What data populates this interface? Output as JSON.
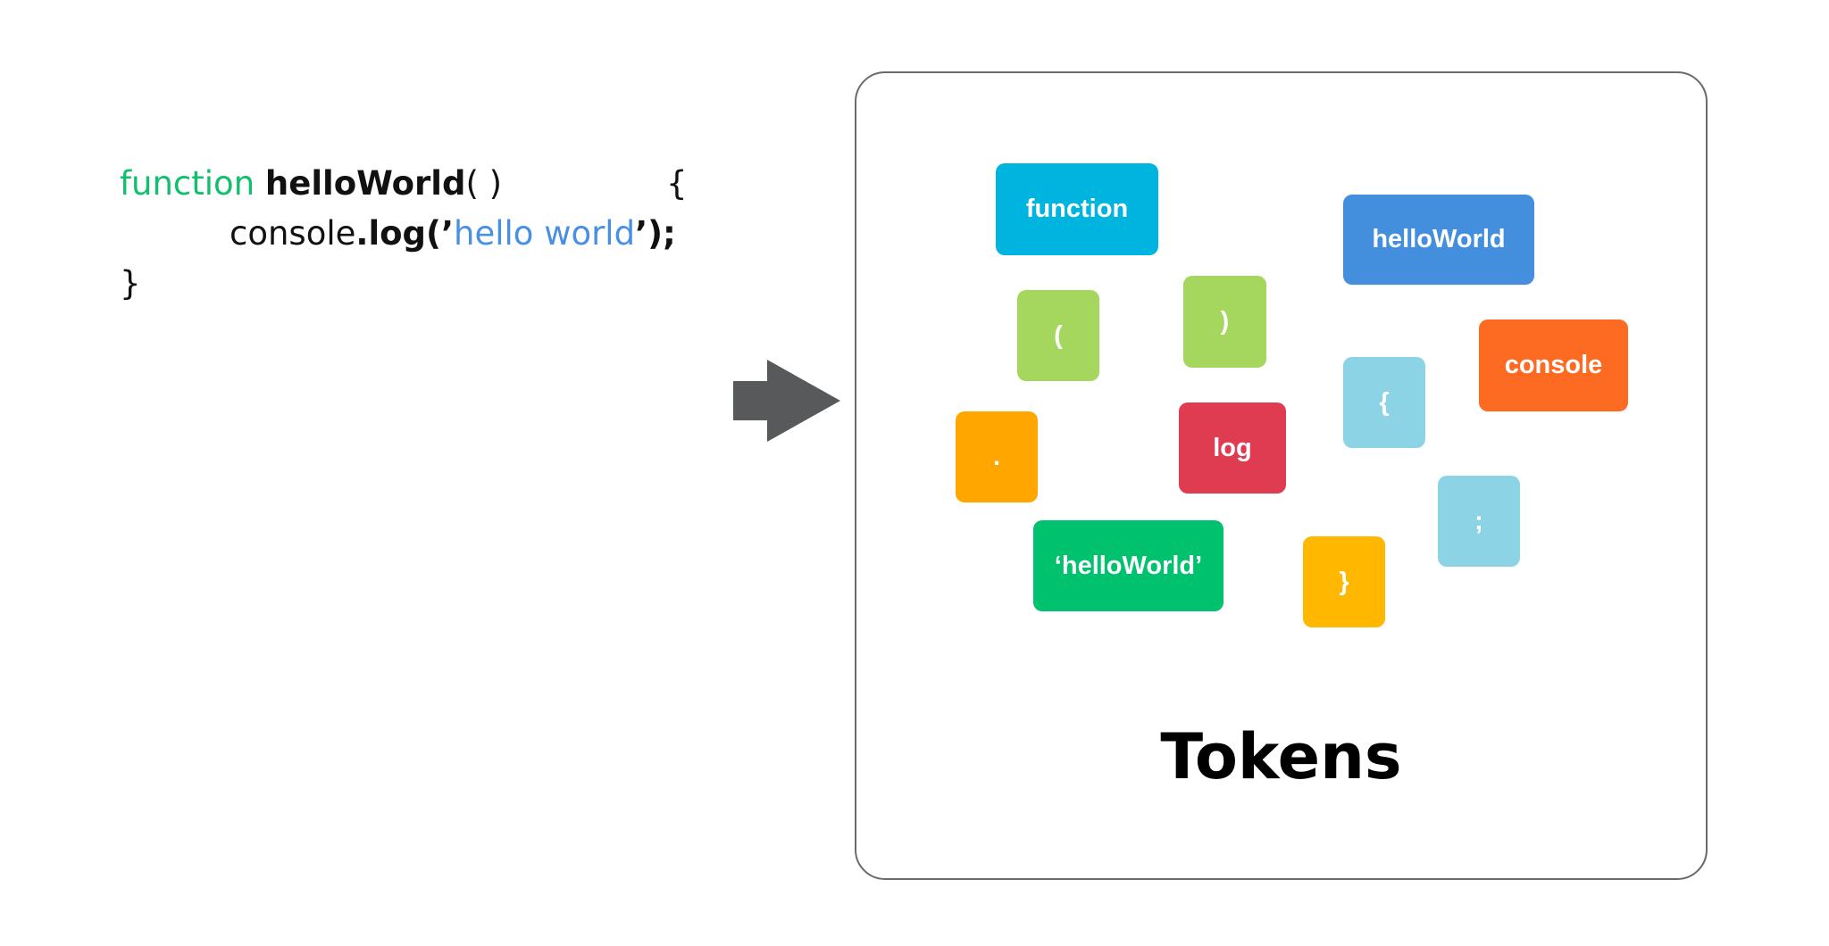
{
  "code": {
    "line1": {
      "keyword": "function",
      "name": "helloWorld",
      "parens": "( )",
      "brace": "{"
    },
    "line2": {
      "object": "console",
      "dot": ".",
      "method": "log",
      "open": "(’",
      "string": "hello world",
      "close": "’);"
    },
    "line3": {
      "brace": "}"
    }
  },
  "panel": {
    "title": "Tokens",
    "tokens": [
      {
        "label": "function",
        "color": "#00b4e0"
      },
      {
        "label": "helloWorld",
        "color": "#448fdd"
      },
      {
        "label": "(",
        "color": "#a5d75e"
      },
      {
        "label": ")",
        "color": "#a5d75e"
      },
      {
        "label": "console",
        "color": "#fd6a21"
      },
      {
        "label": "{",
        "color": "#8cd3e6"
      },
      {
        "label": ".",
        "color": "#ffa600"
      },
      {
        "label": "log",
        "color": "#df3c51"
      },
      {
        "label": ";",
        "color": "#8cd3e6"
      },
      {
        "label": "‘helloWorld’",
        "color": "#00c16e"
      },
      {
        "label": "}",
        "color": "#ffb700"
      }
    ]
  },
  "colors": {
    "keyword": "#13bf6c",
    "string": "#4a90e2",
    "arrow": "#58595b"
  }
}
